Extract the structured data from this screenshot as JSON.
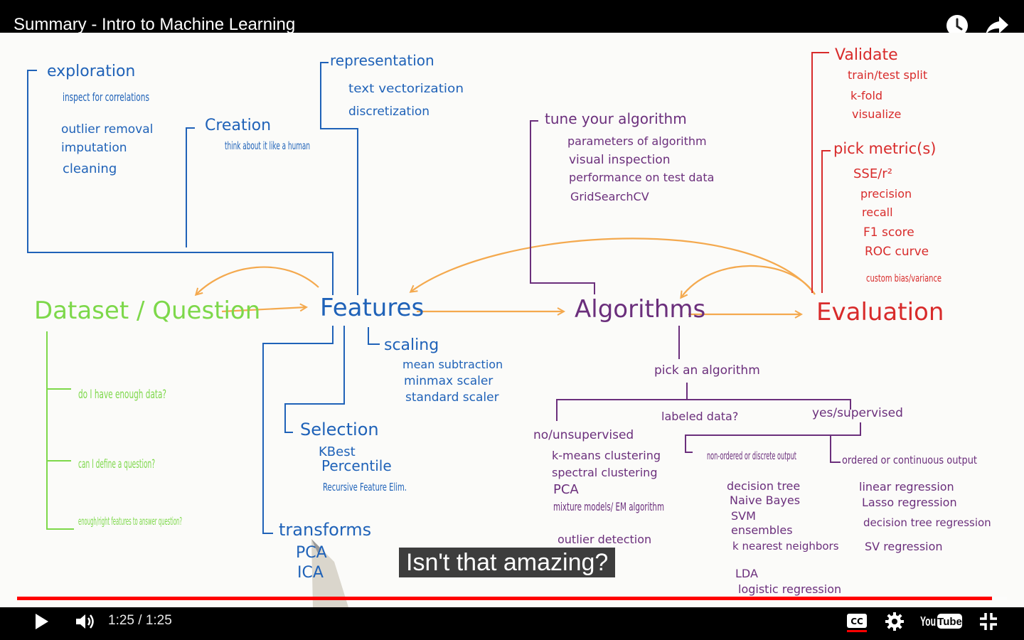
{
  "player": {
    "title": "Summary - Intro to Machine Learning",
    "caption": "Isn't that amazing?",
    "time": "1:25 / 1:25",
    "progress_fraction": 0.985,
    "accent_color": "#ff0000",
    "youtube_logo_text": "YouTube"
  },
  "icons": {
    "watch_later": "clock-icon",
    "share": "share-arrow-icon",
    "play": "play-icon",
    "volume": "volume-icon",
    "captions": "cc-icon",
    "settings": "gear-icon",
    "exit_fullscreen": "exit-fullscreen-icon"
  },
  "whiteboard": {
    "nodes": {
      "dataset": "Dataset / Question",
      "features": "Features",
      "algorithms": "Algorithms",
      "evaluation": "Evaluation"
    },
    "dataset_items": [
      "do I have enough data?",
      "can I define a question?",
      "enough/right features to answer question?"
    ],
    "exploration": {
      "title": "exploration",
      "items": [
        "inspect for correlations",
        "outlier removal",
        "imputation",
        "cleaning"
      ]
    },
    "creation": {
      "title": "Creation",
      "items": [
        "think about it like a human"
      ]
    },
    "representation": {
      "title": "representation",
      "items": [
        "text vectorization",
        "discretization"
      ]
    },
    "scaling": {
      "title": "scaling",
      "items": [
        "mean subtraction",
        "minmax scaler",
        "standard scaler"
      ]
    },
    "selection": {
      "title": "Selection",
      "items": [
        "KBest",
        "Percentile",
        "Recursive Feature Elim."
      ]
    },
    "transforms": {
      "title": "transforms",
      "items": [
        "PCA",
        "ICA"
      ]
    },
    "tune": {
      "title": "tune your algorithm",
      "items": [
        "parameters of algorithm",
        "visual inspection",
        "performance on test data",
        "GridSearchCV"
      ]
    },
    "pick_algorithm": {
      "title": "pick an algorithm",
      "labeled_question": "labeled data?",
      "no_label": "no/unsupervised",
      "yes_label": "yes/supervised",
      "unsupervised_items": [
        "k-means clustering",
        "spectral clustering",
        "PCA",
        "mixture models/ EM algorithm",
        "outlier detection"
      ],
      "discrete_title": "non-ordered or discrete output",
      "discrete_items": [
        "decision tree",
        "Naive Bayes",
        "SVM",
        "ensembles",
        "k nearest neighbors",
        "LDA",
        "logistic regression"
      ],
      "continuous_title": "ordered or continuous output",
      "continuous_items": [
        "linear regression",
        "Lasso regression",
        "decision tree regression",
        "SV regression"
      ]
    },
    "validate": {
      "title": "Validate",
      "items": [
        "train/test split",
        "k-fold",
        "visualize"
      ]
    },
    "metrics": {
      "title": "pick metric(s)",
      "items": [
        "SSE/r²",
        "precision",
        "recall",
        "F1 score",
        "ROC curve",
        "custom bias/variance"
      ]
    },
    "colors": {
      "dataset": "#7dd84a",
      "features": "#1f62b8",
      "algorithms": "#6b2f7c",
      "evaluation": "#d82b2b",
      "arrows": "#f4a94e"
    }
  }
}
